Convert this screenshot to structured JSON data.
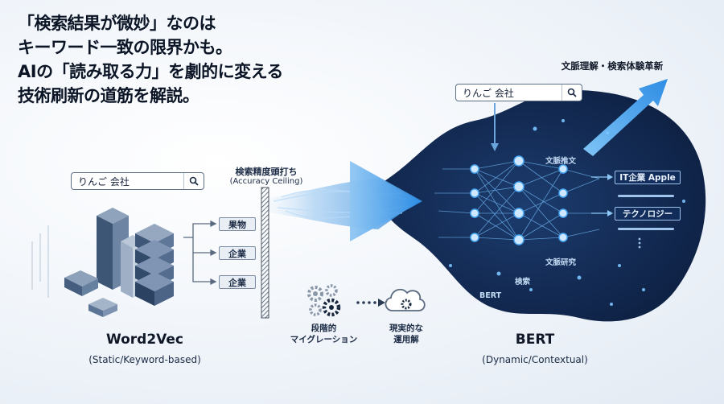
{
  "headline": {
    "line1": "「検索結果が微妙」なのは",
    "line2": "キーワード一致の限界かも。",
    "line3": "AIの「読み取る力」を劇的に変える",
    "line4": "技術刷新の道筋を解説。"
  },
  "left": {
    "search_text": "りんご 会社",
    "tags": [
      "果物",
      "企業",
      "企業"
    ],
    "title": "Word2Vec",
    "subtitle": "(Static/Keyword-based)"
  },
  "ceiling": {
    "label_jp": "検索精度頭打ち",
    "label_en": "(Accuracy Ceiling)"
  },
  "migration": {
    "step1_line1": "段階的",
    "step1_line2": "マイグレーション",
    "step2_line1": "現実的な",
    "step2_line2": "運用解"
  },
  "right": {
    "search_text": "りんご 会社",
    "arrow_label": "文脈理解・検索体験革新",
    "network_labels": [
      "文脈推文",
      "文脈研究",
      "検索",
      "BERT"
    ],
    "output_tags": [
      "IT企業 Apple",
      "テクノロジー"
    ],
    "title": "BERT",
    "subtitle": "(Dynamic/Contextual)"
  },
  "colors": {
    "dark_blob": "#12294f",
    "accent": "#3b9de8",
    "arrow": "#4aa7ee"
  }
}
